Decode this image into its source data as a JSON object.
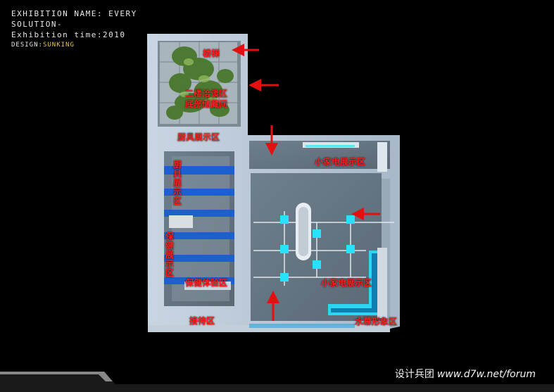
{
  "header": {
    "name_line1": "EXHIBITION NAME: EVERY",
    "name_line2": "SOLUTION-",
    "time": "Exhibition time:2010",
    "design_label": "DESIGN:",
    "design_value": "SUNKING"
  },
  "zones": {
    "stairs": "楼梯",
    "meeting_line1": "二楼洽谈区",
    "meeting_line2": "底部储藏间",
    "kitchen_top": "厨具展示区",
    "kitchen_left": "厨具展示区",
    "appliance_top": "小家电展示区",
    "health_vertical": "保健展示区",
    "health_experience": "保健体验区",
    "appliance_center": "小家电展示区",
    "reception": "接待区",
    "water_curtain": "水幕形象区"
  },
  "watermark": {
    "cn": "设计兵团",
    "url": "www.d7w.net/forum"
  },
  "colors": {
    "label": "#ff1f1f",
    "accent_blue": "#1e5fd0",
    "cyan": "#27e1ff",
    "floor": "#6f7f8c",
    "wall": "#b9c7d6",
    "design_value": "#e7c83f"
  }
}
